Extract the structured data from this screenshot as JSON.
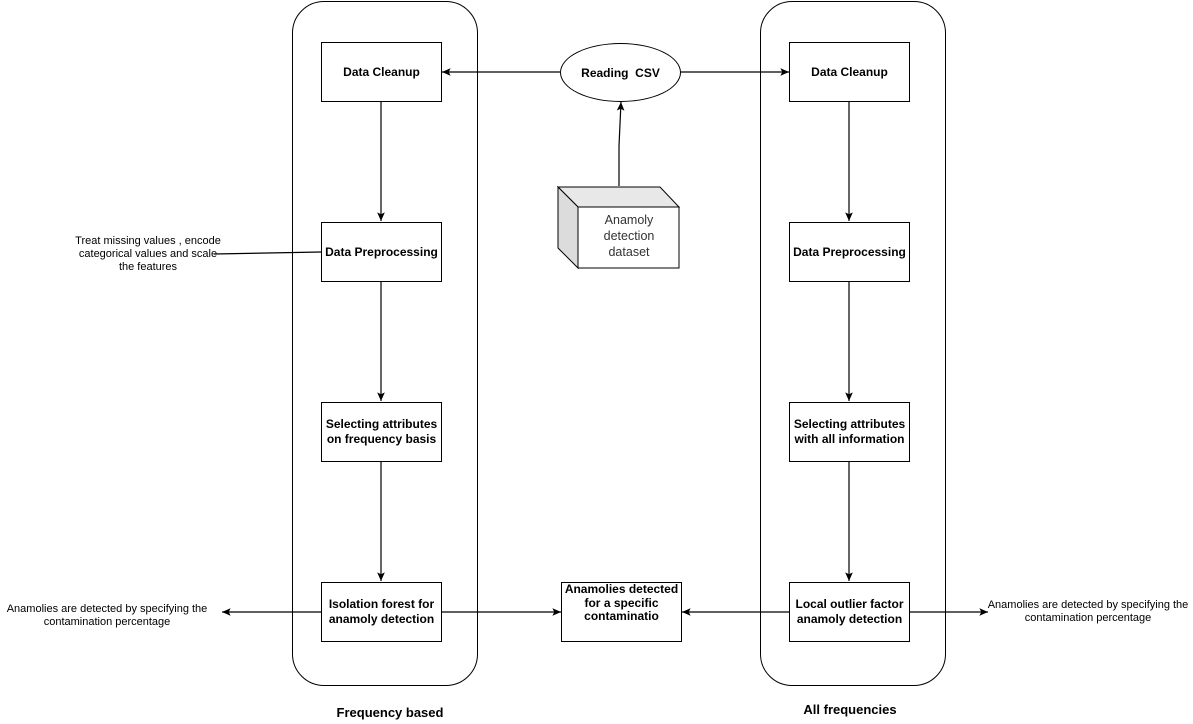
{
  "lanes": {
    "left": {
      "title": "Frequency based"
    },
    "right": {
      "title": "All frequencies"
    }
  },
  "source": {
    "dataset": "Anamoly detection dataset",
    "reader": "Reading  CSV"
  },
  "left_flow": {
    "cleanup": "Data Cleanup",
    "preprocessing": "Data Preprocessing",
    "selecting": "Selecting attributes on frequency basis",
    "model": "Isolation forest for anamoly detection"
  },
  "right_flow": {
    "cleanup": "Data Cleanup",
    "preprocessing": "Data Preprocessing",
    "selecting": "Selecting attributes with all information",
    "model": "Local outlier factor anamoly detection"
  },
  "result": "Anamolies detected for a specific contaminatio",
  "notes": {
    "preprocess": "Treat missing values , encode categorical values and scale the features",
    "left_detect": "Anamolies are detected by specifying the contamination percentage",
    "right_detect": "Anamolies are detected by specifying the contamination percentage"
  }
}
